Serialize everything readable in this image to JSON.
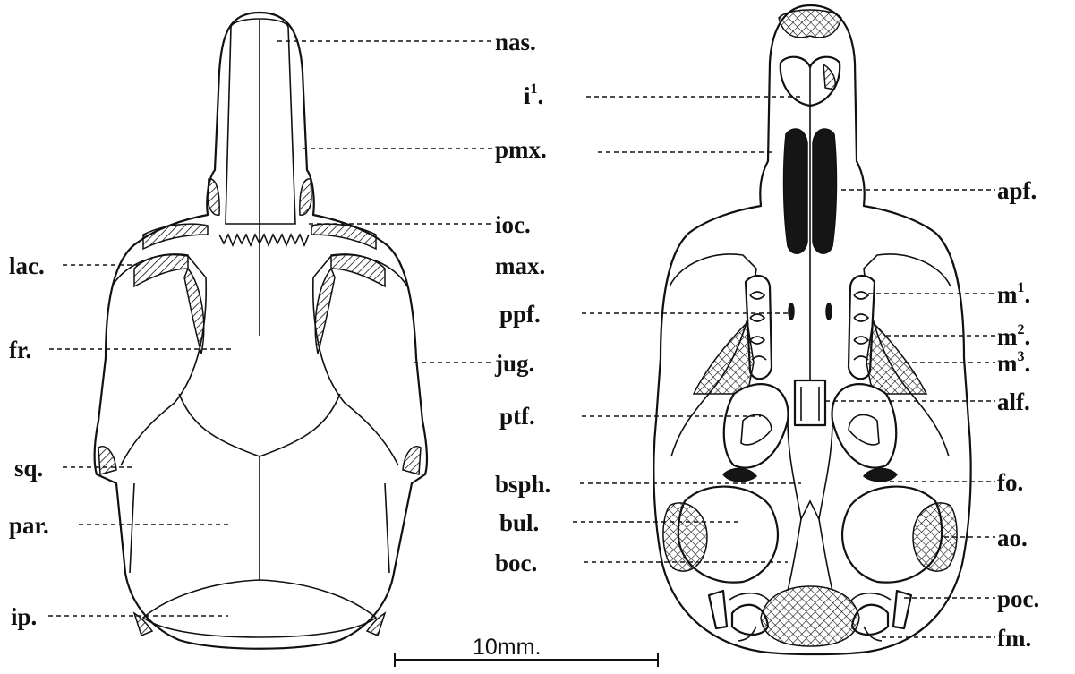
{
  "labels": {
    "nas": "nas.",
    "i1_base": "i",
    "i1_sup": "1",
    "i1_dot": ".",
    "pmx": "pmx.",
    "apf": "apf.",
    "ioc": "ioc.",
    "lac": "lac.",
    "max": "max.",
    "m1_base": "m",
    "m1_sup": "1",
    "m1_dot": ".",
    "ppf": "ppf.",
    "m2_base": "m",
    "m2_sup": "2",
    "m2_dot": ".",
    "fr": "fr.",
    "jug": "jug.",
    "m3_base": "m",
    "m3_sup": "3",
    "m3_dot": ".",
    "ptf": "ptf.",
    "alf": "alf.",
    "sq": "sq.",
    "bsph": "bsph.",
    "fo": "fo.",
    "par": "par.",
    "bul": "bul.",
    "ao": "ao.",
    "boc": "boc.",
    "poc": "poc.",
    "ip": "ip.",
    "fm": "fm."
  },
  "scale_bar": {
    "label": "10mm."
  }
}
